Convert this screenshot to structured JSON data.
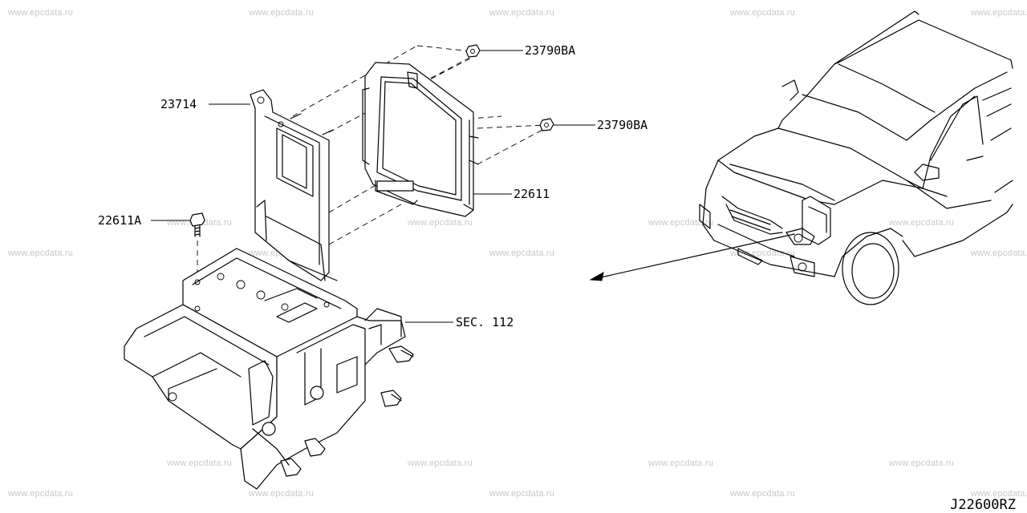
{
  "watermark": "www.epcdata.ru",
  "labels": {
    "part_23790ba_top": "23790BA",
    "part_23790ba_right": "23790BA",
    "part_23714": "23714",
    "part_22611": "22611",
    "part_22611a": "22611A",
    "sec_112": "SEC. 112"
  },
  "diagram_code": "J22600RZ"
}
